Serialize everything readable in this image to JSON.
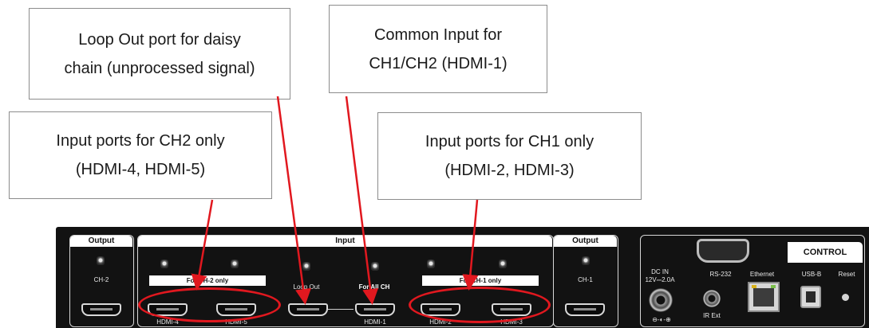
{
  "callouts": {
    "loop_out": [
      "Loop Out port for daisy",
      "chain (unprocessed signal)"
    ],
    "common_input": [
      "Common Input for",
      "CH1/CH2 (HDMI-1)"
    ],
    "ch2_inputs": [
      "Input ports for CH2 only",
      "(HDMI-4, HDMI-5)"
    ],
    "ch1_inputs": [
      "Input ports for CH1 only",
      "(HDMI-2, HDMI-3)"
    ]
  },
  "panel": {
    "output_left": {
      "header": "Output",
      "channel": "CH-2"
    },
    "input": {
      "header": "Input",
      "ch2_bar": "For CH-2 only",
      "loop_out": "Loop Out",
      "for_all_ch": "For All CH",
      "ch1_bar": "For CH-1 only",
      "port_labels": [
        "HDMI-4",
        "HDMI-5",
        "HDMI-1",
        "HDMI-2",
        "HDMI-3"
      ]
    },
    "output_right": {
      "header": "Output",
      "channel": "CH-1"
    },
    "control": {
      "header": "CONTROL",
      "dc_in": "DC IN",
      "dc_rating": "12V⎓2.0A",
      "rs232": "RS-232",
      "ethernet": "Ethernet",
      "usb": "USB-B",
      "reset": "Reset",
      "ir_ext": "IR Ext"
    }
  },
  "colors": {
    "arrow": "#e1181f",
    "panel": "#121212",
    "callout_border": "#8c8c8c"
  }
}
